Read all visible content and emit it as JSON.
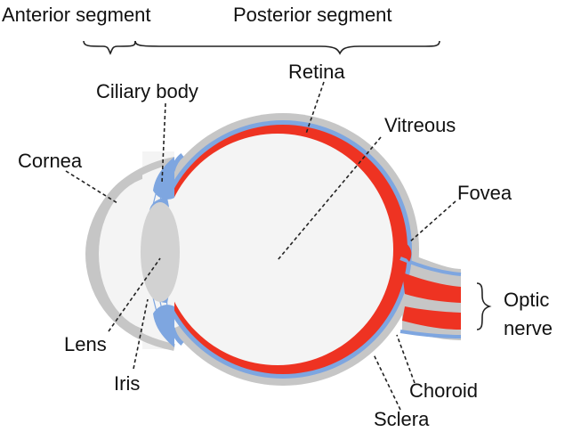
{
  "segments": {
    "anterior": "Anterior segment",
    "posterior": "Posterior segment"
  },
  "labels": {
    "retina": "Retina",
    "ciliary_body": "Ciliary body",
    "vitreous": "Vitreous",
    "cornea": "Cornea",
    "fovea": "Fovea",
    "optic_nerve_line1": "Optic",
    "optic_nerve_line2": "nerve",
    "lens": "Lens",
    "iris": "Iris",
    "choroid": "Choroid",
    "sclera": "Sclera"
  },
  "colors": {
    "sclera": "#c6c6c6",
    "choroid": "#7ea6e0",
    "retina": "#ee3322",
    "interior": "#f4f4f4",
    "lens": "#d2d2d2",
    "text": "#111111"
  }
}
